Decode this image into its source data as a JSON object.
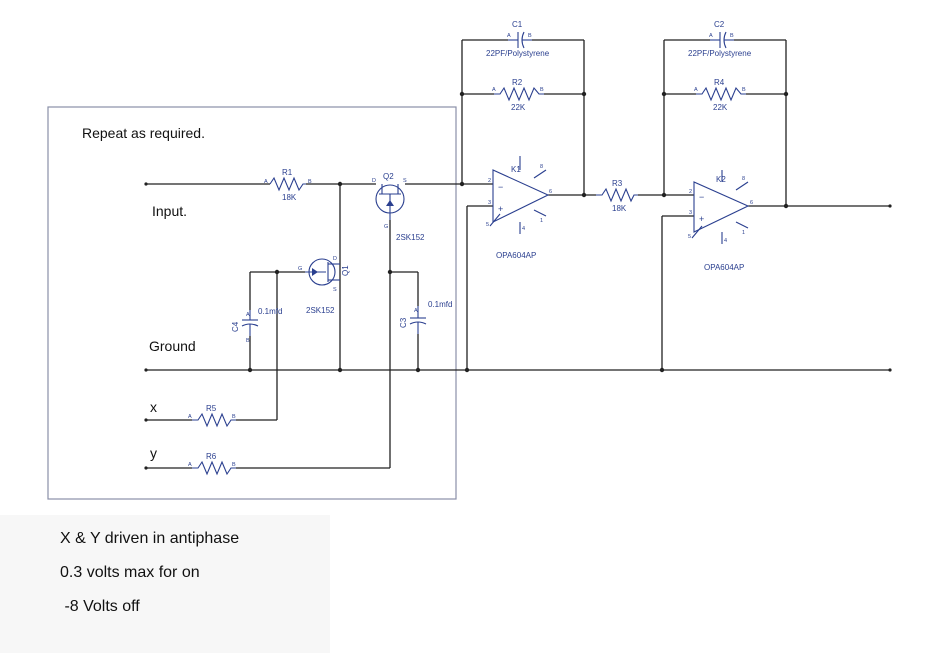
{
  "box_title": "Repeat as required.",
  "labels": {
    "input": "Input.",
    "ground": "Ground",
    "x": "x",
    "y": "y"
  },
  "components": {
    "r1": {
      "ref": "R1",
      "value": "18K"
    },
    "r2": {
      "ref": "R2",
      "value": "22K"
    },
    "r3": {
      "ref": "R3",
      "value": "18K"
    },
    "r4": {
      "ref": "R4",
      "value": "22K"
    },
    "r5": {
      "ref": "R5"
    },
    "r6": {
      "ref": "R6"
    },
    "c1": {
      "ref": "C1",
      "value": "22PF/Polystyrene"
    },
    "c2": {
      "ref": "C2",
      "value": "22PF/Polystyrene"
    },
    "c3": {
      "ref": "C3",
      "value": "0.1mfd"
    },
    "c4": {
      "ref": "C4",
      "value": "0.1mfd"
    },
    "q1": {
      "ref": "Q1",
      "value": "2SK152"
    },
    "q2": {
      "ref": "Q2",
      "value": "2SK152"
    },
    "u1": {
      "ref": "K1",
      "value": "OPA604AP"
    },
    "u2": {
      "ref": "K2",
      "value": "OPA604AP"
    }
  },
  "pins": {
    "a": "A",
    "b": "B",
    "d": "D",
    "s": "S",
    "g": "G",
    "p1": "1",
    "p2": "2",
    "p3": "3",
    "p4": "4",
    "p5": "5",
    "p6": "6",
    "p8": "8",
    "minus": "−",
    "plus": "+"
  },
  "notes": [
    "X & Y driven in antiphase",
    "0.3 volts max for on",
    " -8 Volts off"
  ],
  "colors": {
    "ink": "#222222",
    "component": "#2a3f8f",
    "box": "#8a8fa8"
  }
}
